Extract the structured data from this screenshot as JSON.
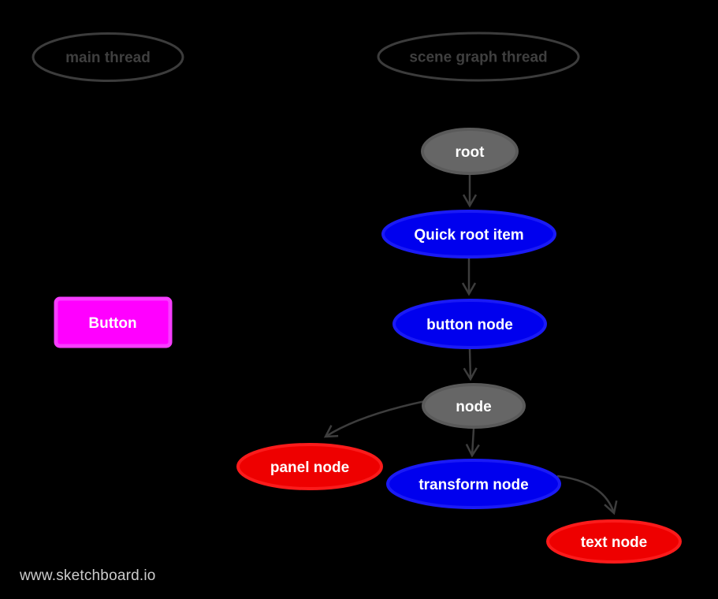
{
  "page": {
    "background": "#000000"
  },
  "colors": {
    "arrow": "#3d3d3d",
    "lane_outline": "#3c3c3c",
    "lane_text": "#3f3f3f",
    "node_text": "#ffffff",
    "gray_fill": "#666666",
    "gray_stroke": "#5a5a5a",
    "blue_fill": "#0000ee",
    "blue_stroke": "#1a1af5",
    "red_fill": "#ee0000",
    "red_stroke": "#fb1b1b",
    "magenta_fill": "#ff00ff",
    "magenta_stroke": "#f73dff",
    "watermark_text": "#cccccc"
  },
  "lanes": {
    "main": {
      "label": "main thread"
    },
    "scene_graph": {
      "label": "scene graph thread"
    }
  },
  "main_thread_items": {
    "button": {
      "label": "Button"
    }
  },
  "nodes": {
    "root": {
      "label": "root",
      "color": "gray"
    },
    "quick_root_item": {
      "label": "Quick root item",
      "color": "blue"
    },
    "button_node": {
      "label": "button node",
      "color": "blue"
    },
    "node": {
      "label": "node",
      "color": "gray"
    },
    "panel_node": {
      "label": "panel node",
      "color": "red"
    },
    "transform_node": {
      "label": "transform node",
      "color": "blue"
    },
    "text_node": {
      "label": "text node",
      "color": "red"
    }
  },
  "edges": [
    {
      "from": "root",
      "to": "quick_root_item"
    },
    {
      "from": "quick_root_item",
      "to": "button_node"
    },
    {
      "from": "button_node",
      "to": "node"
    },
    {
      "from": "node",
      "to": "panel_node"
    },
    {
      "from": "node",
      "to": "transform_node"
    },
    {
      "from": "transform_node",
      "to": "text_node"
    }
  ],
  "watermark": {
    "label": "www.sketchboard.io"
  }
}
